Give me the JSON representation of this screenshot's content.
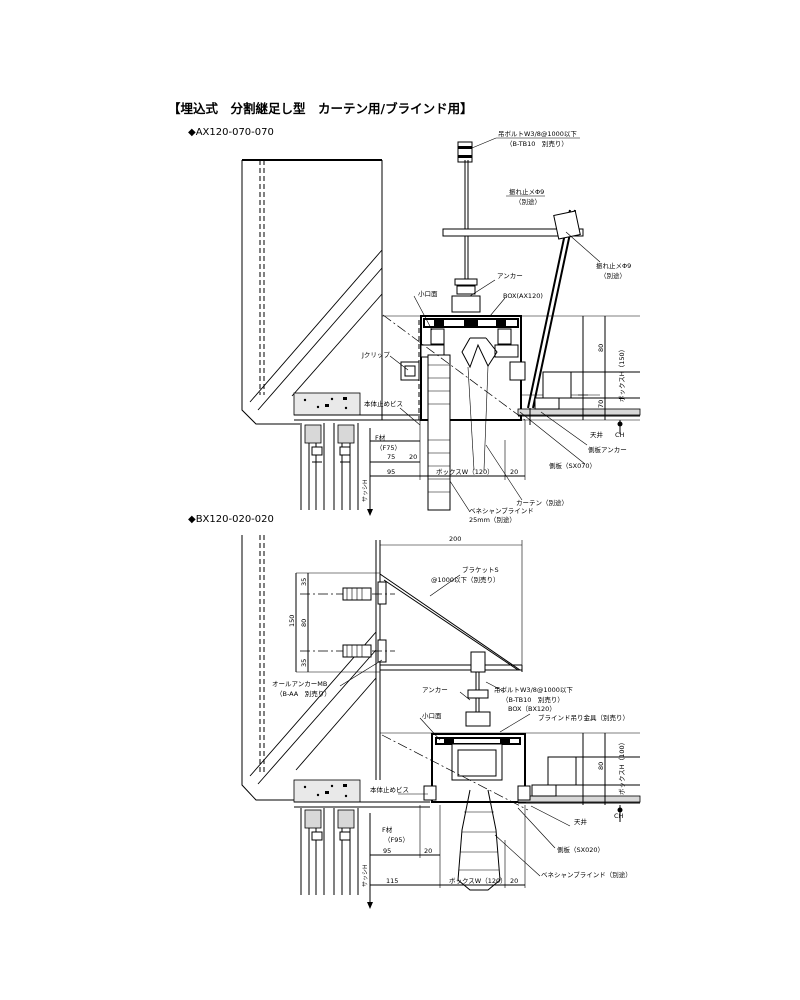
{
  "title": "【埋込式　分割継足し型　カーテン用/ブラインド用】",
  "section_a": {
    "model": "◆AX120-070-070",
    "labels": {
      "hanger_bolt": "吊ボルトW3/8@1000以下",
      "hanger_bolt_sub": "（B-TB10　別売り）",
      "brace_1": "振れ止メΦ9",
      "brace_1_sub": "（別途）",
      "brace_2": "振れ止メΦ9",
      "brace_2_sub": "（別途）",
      "anchor": "アンカー",
      "box": "BOX(AX120)",
      "lip": "小口面",
      "j_clip": "Jクリップ",
      "dim_80": "80",
      "dim_box_h": "ボックスH（150）",
      "dim_70": "70",
      "ceiling": "天井",
      "ch": "CH",
      "side_anchor": "側板アンカー",
      "side_plate": "側板（SX070）",
      "body_screw": "本体止めビス",
      "f_material": "F材",
      "f_material_sub": "（F75）",
      "dim_75": "75",
      "dim_20a": "20",
      "dim_95": "95",
      "box_w": "ボックスW（120）",
      "dim_20b": "20",
      "sash_h": "サッシH",
      "curtain": "カーテン（別途）",
      "blind": "ベネシャンブラインド",
      "blind_sub": "25mm（別途）"
    }
  },
  "section_b": {
    "model": "◆BX120-020-020",
    "labels": {
      "dim_200": "200",
      "bracket": "ブラケットS",
      "bracket_sub": "@1000以下（別売り）",
      "dim_35a": "35",
      "dim_80a": "80",
      "dim_150": "150",
      "dim_35b": "35",
      "all_anchor": "オールアンカーMB",
      "all_anchor_sub": "（B-AA　別売り）",
      "anchor": "アンカー",
      "hanger_bolt": "吊ボルトW3/8@1000以下",
      "hanger_bolt_sub": "（B-TB10　別売り）",
      "box": "BOX（BX120）",
      "blind_bracket": "ブラインド吊り金具（別売り）",
      "lip": "小口面",
      "dim_80b": "80",
      "dim_box_h": "ボックスH（100）",
      "ceiling": "天井",
      "ch": "CH",
      "body_screw": "本体止めビス",
      "f_material": "F材",
      "f_material_sub": "（F95）",
      "dim_95": "95",
      "dim_20a": "20",
      "side_plate": "側板（SX020）",
      "sash_h": "サッシH",
      "dim_115": "115",
      "box_w": "ボックスW（120）",
      "dim_20b": "20",
      "blind": "ベネシャンブラインド（別途）"
    }
  }
}
